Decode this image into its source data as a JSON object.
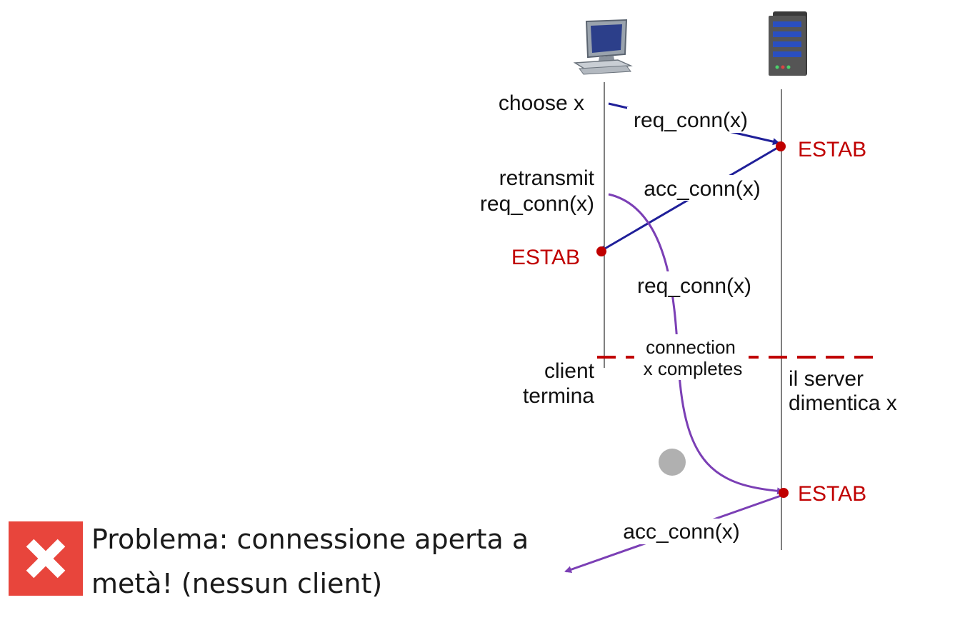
{
  "colors": {
    "estab": "#c00000",
    "request_arrow": "#1f1f99",
    "retransmit_arrow": "#7b3fb5",
    "timeline": "#555555",
    "dashed": "#c00000",
    "problem_badge": "#e8453c",
    "dot_gray": "#b0b0b0"
  },
  "icons": {
    "client": "desktop-computer-icon",
    "server": "server-tower-icon",
    "problem": "close-icon"
  },
  "client_labels": {
    "choose": "choose x",
    "retransmit_line1": "retransmit",
    "retransmit_line2": "req_conn(x)",
    "estab": "ESTAB",
    "terminates_line1": "client",
    "terminates_line2": "termina"
  },
  "server_labels": {
    "estab_first": "ESTAB",
    "estab_second": "ESTAB",
    "forgets_line1": "il server",
    "forgets_line2": "dimentica x"
  },
  "messages": {
    "req_conn_1": "req_conn(x)",
    "acc_conn_1": "acc_conn(x)",
    "req_conn_2": "req_conn(x)",
    "connection_line1": "connection",
    "connection_line2": "x completes",
    "acc_conn_2": "acc_conn(x)"
  },
  "problem": {
    "line1": "Problema: connessione aperta a",
    "line2": "metà! (nessun client)"
  }
}
